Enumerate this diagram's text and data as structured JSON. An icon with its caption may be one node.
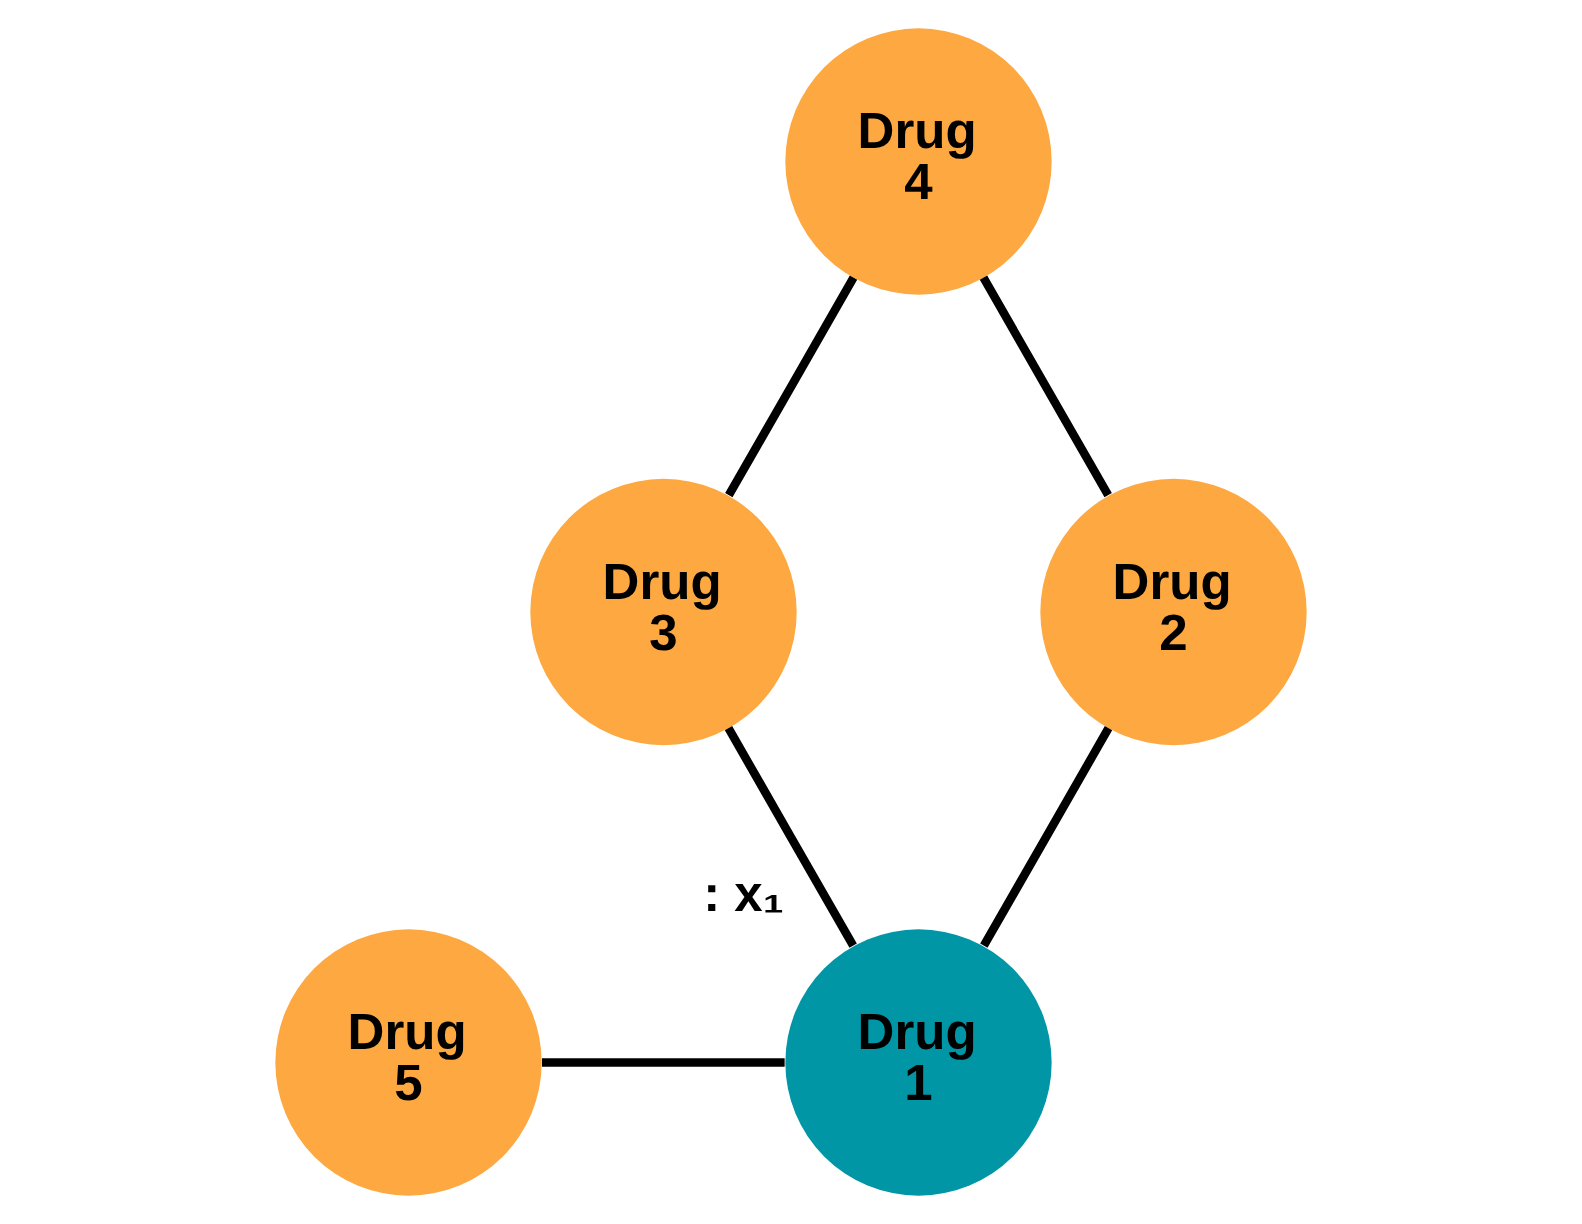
{
  "diagram": {
    "nodes": [
      {
        "text": [
          "Drug 4"
        ]
      },
      {
        "text": [
          "Drug 3"
        ]
      },
      {
        "text": [
          "Drug 2"
        ]
      },
      {
        "text": [
          "Drug 5"
        ]
      },
      {
        "text": [
          "Drug 1"
        ],
        "beside": [
          ": x₁"
        ]
      }
    ],
    "edges": [
      {
        "from": 0,
        "to": 1,
        "arrow": "none"
      },
      {
        "from": 0,
        "to": 2,
        "arrow": "none"
      },
      {
        "from": 1,
        "to": 4,
        "arrow": "none"
      },
      {
        "from": 2,
        "to": 4,
        "arrow": "none"
      },
      {
        "from": 3,
        "to": 4,
        "arrow": "none"
      }
    ]
  }
}
